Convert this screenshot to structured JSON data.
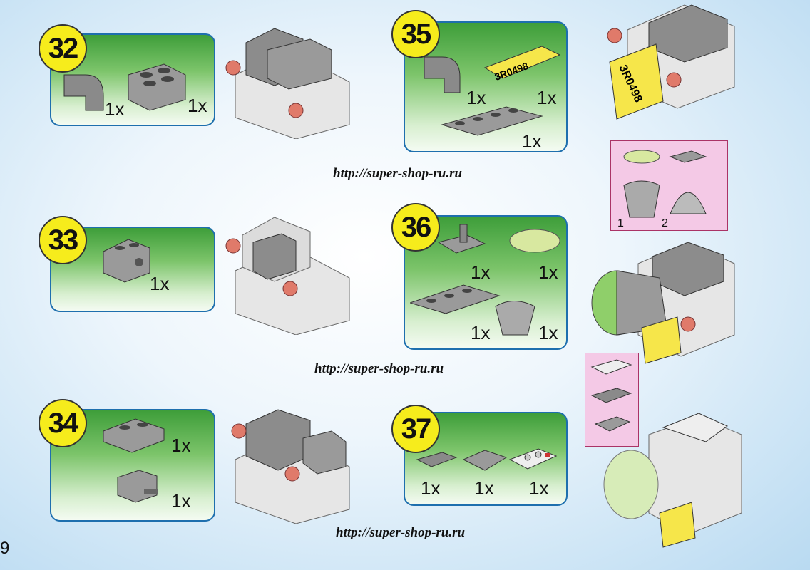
{
  "page_number": "9",
  "watermark_url": "http://super-shop-ru.ru",
  "steps": [
    {
      "number": "32",
      "quantities": [
        "1x",
        "1x"
      ]
    },
    {
      "number": "33",
      "quantities": [
        "1x"
      ]
    },
    {
      "number": "34",
      "quantities": [
        "1x",
        "1x"
      ]
    },
    {
      "number": "35",
      "quantities": [
        "1x",
        "1x",
        "1x"
      ],
      "plate_text": "3R0498"
    },
    {
      "number": "36",
      "quantities": [
        "1x",
        "1x",
        "1x",
        "1x"
      ]
    },
    {
      "number": "37",
      "quantities": [
        "1x",
        "1x",
        "1x"
      ]
    }
  ],
  "side": {
    "plate_text": "3R0498",
    "inset_labels": [
      "1",
      "2"
    ]
  }
}
